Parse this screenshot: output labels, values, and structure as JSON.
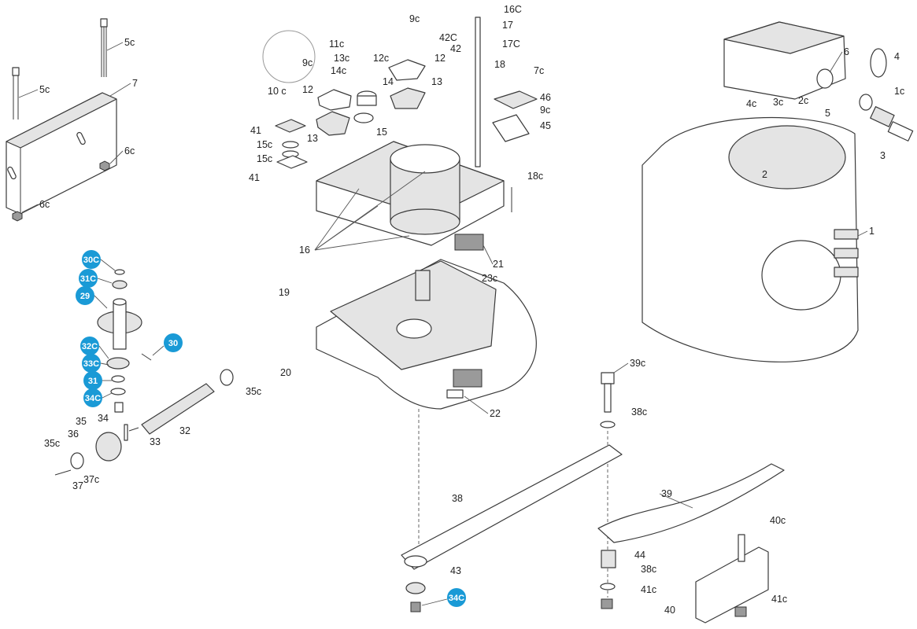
{
  "diagram": {
    "labels": [
      "5c",
      "5c",
      "7",
      "6c",
      "6c",
      "9c",
      "11c",
      "13c",
      "12c",
      "9c",
      "14c",
      "12",
      "14",
      "13",
      "10 c",
      "12",
      "41",
      "15c",
      "15c",
      "41",
      "13",
      "15",
      "16",
      "16C",
      "42C",
      "42",
      "17",
      "17C",
      "18",
      "7c",
      "46",
      "9c",
      "45",
      "18c",
      "21",
      "23c",
      "19",
      "20",
      "22",
      "6",
      "4",
      "1c",
      "4c",
      "3c",
      "2c",
      "5",
      "3",
      "2",
      "1",
      "35c",
      "35",
      "32",
      "33",
      "36",
      "35c",
      "37c",
      "37",
      "34",
      "39c",
      "38c",
      "38",
      "39",
      "40c",
      "44",
      "38c",
      "41c",
      "40",
      "41c",
      "43"
    ],
    "badges": [
      "30C",
      "31C",
      "29",
      "32C",
      "30",
      "33C",
      "31",
      "34C",
      "34C"
    ],
    "colors": {
      "badge": "#1a9ad6",
      "line": "#3a3a3a"
    }
  }
}
